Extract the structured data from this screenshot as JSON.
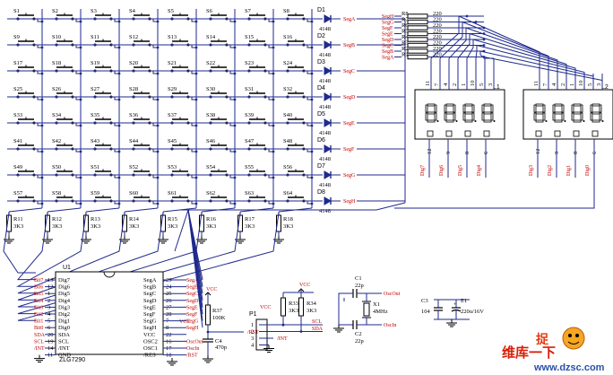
{
  "switches": [
    "S1",
    "S2",
    "S3",
    "S4",
    "S5",
    "S6",
    "S7",
    "S8",
    "S9",
    "S10",
    "S11",
    "S12",
    "S13",
    "S14",
    "S15",
    "S16",
    "S17",
    "S18",
    "S19",
    "S20",
    "S21",
    "S22",
    "S23",
    "S24",
    "S25",
    "S26",
    "S27",
    "S28",
    "S29",
    "S30",
    "S31",
    "S32",
    "S33",
    "S34",
    "S35",
    "S36",
    "S37",
    "S38",
    "S39",
    "S40",
    "S41",
    "S42",
    "S43",
    "S44",
    "S45",
    "S46",
    "S47",
    "S48",
    "S49",
    "S50",
    "S51",
    "S52",
    "S53",
    "S54",
    "S55",
    "S56",
    "S57",
    "S58",
    "S59",
    "S60",
    "S61",
    "S62",
    "S63",
    "S64"
  ],
  "diodes": [
    {
      "ref": "D1",
      "part": "4148",
      "net": "SegA"
    },
    {
      "ref": "D2",
      "part": "4148",
      "net": "SegB"
    },
    {
      "ref": "D3",
      "part": "4148",
      "net": "SegC"
    },
    {
      "ref": "D4",
      "part": "4148",
      "net": "SegD"
    },
    {
      "ref": "D5",
      "part": "4148",
      "net": "SegE"
    },
    {
      "ref": "D6",
      "part": "4148",
      "net": "SegF"
    },
    {
      "ref": "D7",
      "part": "4148",
      "net": "SegG"
    },
    {
      "ref": "D8",
      "part": "4148",
      "net": "SegH"
    }
  ],
  "pull_resistors": [
    {
      "ref": "R11",
      "value": "3K3"
    },
    {
      "ref": "R12",
      "value": "3K3"
    },
    {
      "ref": "R13",
      "value": "3K3"
    },
    {
      "ref": "R14",
      "value": "3K3"
    },
    {
      "ref": "R15",
      "value": "3K3"
    },
    {
      "ref": "R16",
      "value": "3K3"
    },
    {
      "ref": "R17",
      "value": "3K3"
    },
    {
      "ref": "R18",
      "value": "3K3"
    }
  ],
  "seg_resistors": [
    {
      "net": "SegH",
      "ref": "R8",
      "value": "220"
    },
    {
      "net": "SegG",
      "ref": "R7",
      "value": "220"
    },
    {
      "net": "SegF",
      "ref": "R6",
      "value": "220"
    },
    {
      "net": "SegE",
      "ref": "R5",
      "value": "220"
    },
    {
      "net": "SegD",
      "ref": "R4",
      "value": "220"
    },
    {
      "net": "SegC",
      "ref": "R3",
      "value": "220"
    },
    {
      "net": "SegB",
      "ref": "R2",
      "value": "220"
    },
    {
      "net": "SegA",
      "ref": "R1",
      "value": "220"
    }
  ],
  "displays": [
    {
      "ref": "L1",
      "top_pins": [
        "11",
        "7",
        "4",
        "2",
        "1",
        "10",
        "5",
        "3"
      ],
      "bottom_pins": [
        "12",
        "9",
        "8",
        "6"
      ]
    },
    {
      "ref": "L2",
      "top_pins": [
        "11",
        "7",
        "4",
        "2",
        "1",
        "10",
        "5",
        "3"
      ],
      "bottom_pins": [
        "12",
        "9",
        "8",
        "6"
      ]
    }
  ],
  "digit_nets": [
    "Dig0",
    "Dig1",
    "Dig2",
    "Dig3",
    "Dig4",
    "Dig5",
    "Dig6",
    "Dig7"
  ],
  "u1": {
    "ref": "U1",
    "part": "ZLG7290",
    "left": [
      {
        "net": "Bit7",
        "pin": "13",
        "name": "Dig7"
      },
      {
        "net": "Bit6",
        "pin": "12",
        "name": "Dig6"
      },
      {
        "net": "Bit5",
        "pin": "1",
        "name": "Dig5"
      },
      {
        "net": "Bit4",
        "pin": "2",
        "name": "Dig4"
      },
      {
        "net": "Bit3",
        "pin": "3",
        "name": "Dig3"
      },
      {
        "net": "Bit2",
        "pin": "4",
        "name": "Dig2"
      },
      {
        "net": "Bit1",
        "pin": "5",
        "name": "Dig1"
      },
      {
        "net": "Bit0",
        "pin": "6",
        "name": "Dig0"
      },
      {
        "net": "SDA",
        "pin": "20",
        "name": "SDA"
      },
      {
        "net": "SCL",
        "pin": "19",
        "name": "SCL"
      },
      {
        "net": "/INT",
        "pin": "14",
        "name": "/INT"
      },
      {
        "net": "",
        "pin": "11",
        "name": "GND"
      }
    ],
    "right": [
      {
        "name": "SegA",
        "pin": "23",
        "net": "SegA"
      },
      {
        "name": "SegB",
        "pin": "24",
        "net": "SegB"
      },
      {
        "name": "SegC",
        "pin": "25",
        "net": "SegC"
      },
      {
        "name": "SegD",
        "pin": "26",
        "net": "SegD"
      },
      {
        "name": "SegE",
        "pin": "27",
        "net": "SegE"
      },
      {
        "name": "SegF",
        "pin": "28",
        "net": "SegF"
      },
      {
        "name": "SegG",
        "pin": "7",
        "net": "SegG"
      },
      {
        "name": "SegH",
        "pin": "8",
        "net": "SegH"
      },
      {
        "name": "VCC",
        "pin": "22",
        "net": ""
      },
      {
        "name": "OSC2",
        "pin": "16",
        "net": "OscOut"
      },
      {
        "name": "OSC1",
        "pin": "17",
        "net": "OscIn"
      },
      {
        "name": "/RES",
        "pin": "18",
        "net": "/RST"
      }
    ],
    "vcc": "VCC"
  },
  "reset": {
    "vcc": "VCC",
    "r_ref": "R37",
    "r_value": "100K",
    "c_ref": "C4",
    "c_value": "470p",
    "net": "/RST"
  },
  "connector": {
    "ref": "P1",
    "vcc": "VCC",
    "r1_ref": "R33",
    "r1_value": "3K3",
    "r2_ref": "R34",
    "r2_value": "3K3",
    "pins": [
      "1",
      "2",
      "3",
      "4"
    ],
    "nets": [
      "SCL",
      "SDA",
      "/INT"
    ]
  },
  "oscillator": {
    "c1_ref": "C1",
    "c1_value": "22p",
    "c2_ref": "C2",
    "c2_value": "22p",
    "x_ref": "X1",
    "x_value": "4MHz",
    "net_out": "OscOut",
    "net_in": "OscIn"
  },
  "decoupling": {
    "c3_ref": "C3",
    "c3_value": "104",
    "e1_ref": "E1",
    "e1_value": "220u/16V"
  },
  "watermark": {
    "cn1": "维库一下",
    "cn2": "捉",
    "url": "www.dzsc.com"
  },
  "colors": {
    "wire": "#1f2a8c",
    "net": "#a01010",
    "body": "#000000",
    "diode": "#1f2a8c"
  }
}
